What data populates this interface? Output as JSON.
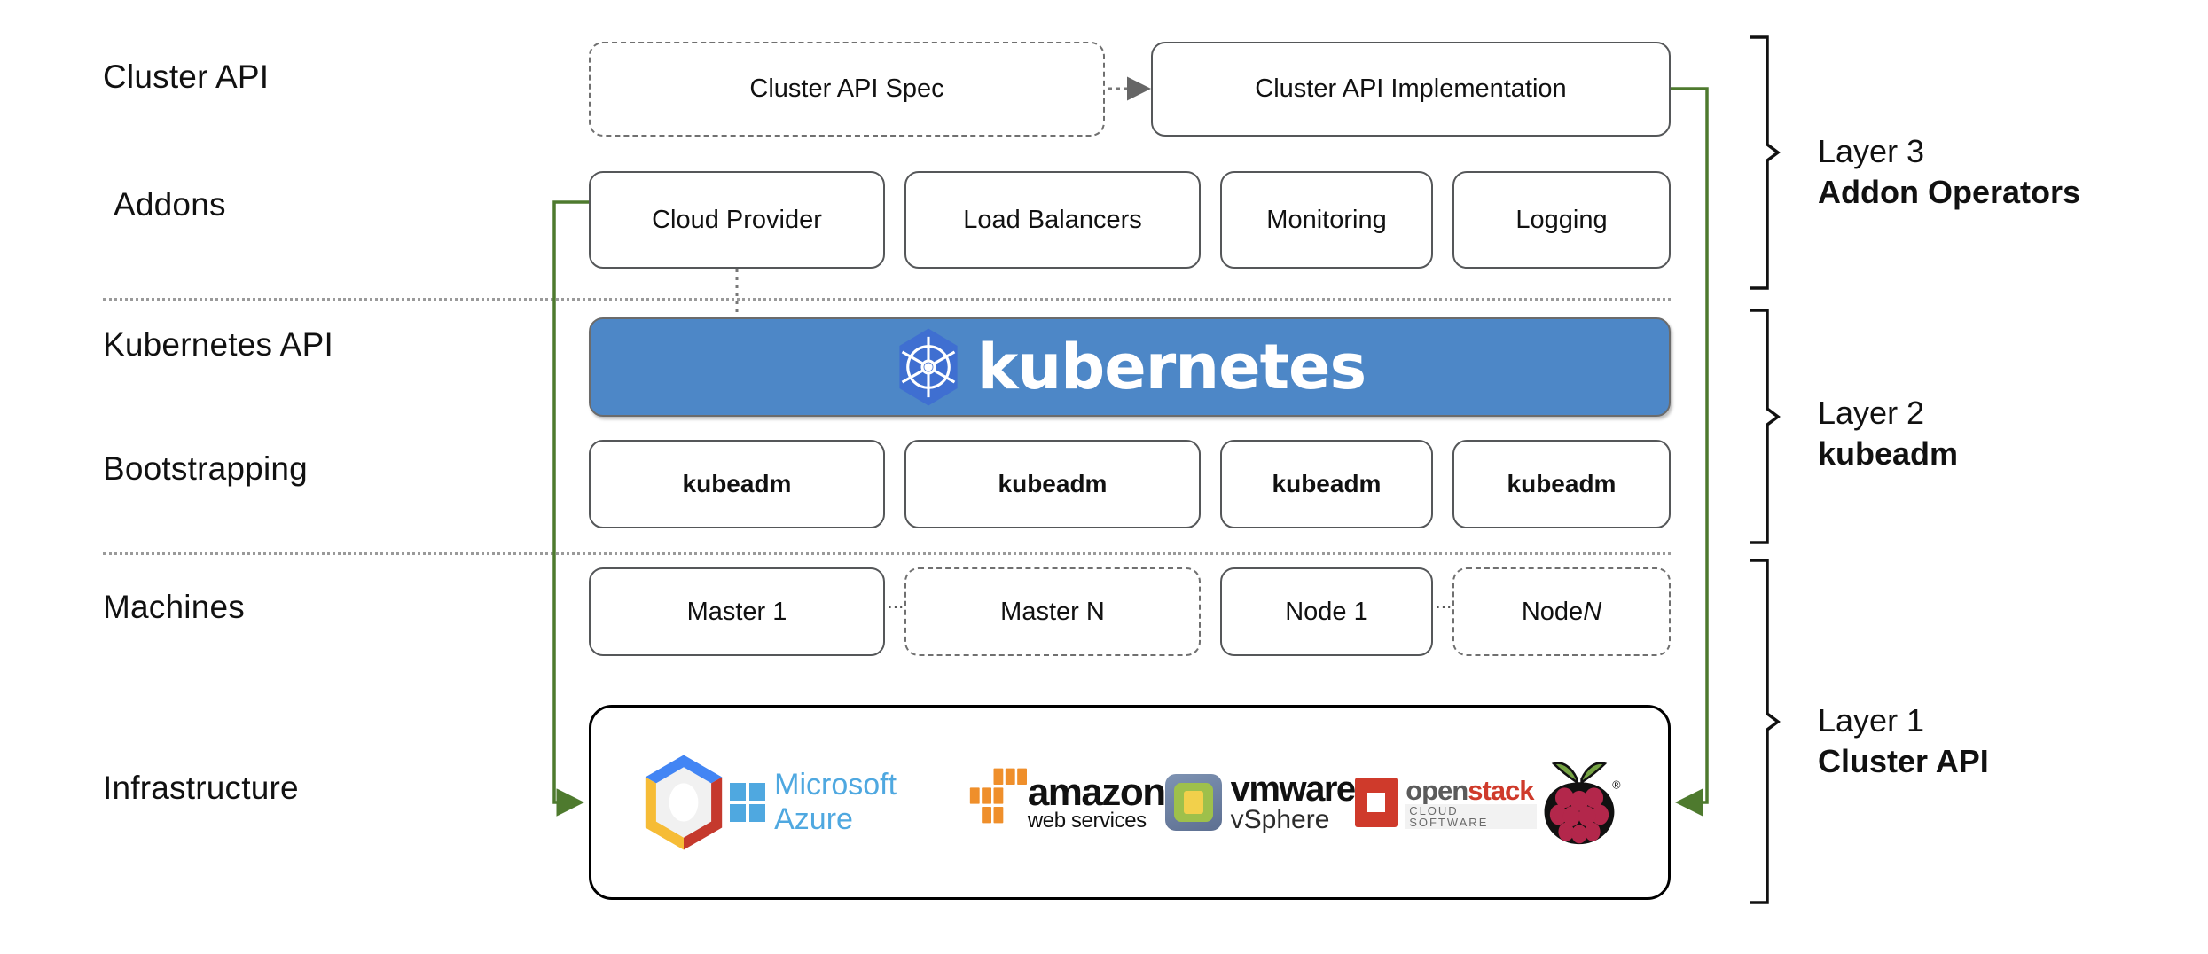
{
  "diagram": {
    "title": "Kubernetes Cluster API layered architecture",
    "accent_green": "#4e7a2e",
    "k8s_blue": "#4d87c7",
    "k8s_logo_blue": "#3f6fd1",
    "border_gray": "#555759",
    "separator_gray": "#9a9a9a"
  },
  "row_labels": [
    {
      "id": "cluster-api",
      "text": "Cluster API"
    },
    {
      "id": "addons",
      "text": "Addons"
    },
    {
      "id": "kubernetes-api",
      "text": "Kubernetes API"
    },
    {
      "id": "bootstrapping",
      "text": "Bootstrapping"
    },
    {
      "id": "machines",
      "text": "Machines"
    },
    {
      "id": "infrastructure",
      "text": "Infrastructure"
    }
  ],
  "cluster_api_row": {
    "spec_box": {
      "label": "Cluster API Spec",
      "style": "dashed"
    },
    "impl_box": {
      "label": "Cluster API Implementation",
      "style": "solid"
    },
    "connector": "dotted-arrow-right"
  },
  "addons_row": [
    {
      "label": "Cloud Provider",
      "style": "solid"
    },
    {
      "label": "Load Balancers",
      "style": "solid"
    },
    {
      "label": "Monitoring",
      "style": "solid"
    },
    {
      "label": "Logging",
      "style": "solid"
    }
  ],
  "kubernetes_banner": {
    "wordmark": "kubernetes",
    "logo_name": "kubernetes-helm-logo"
  },
  "bootstrapping_row": [
    {
      "label": "kubeadm",
      "style": "solid"
    },
    {
      "label": "kubeadm",
      "style": "solid"
    },
    {
      "label": "kubeadm",
      "style": "solid"
    },
    {
      "label": "kubeadm",
      "style": "solid"
    }
  ],
  "machines_row": [
    {
      "label": "Master 1",
      "style": "solid",
      "italic_tail": ""
    },
    {
      "label": "Master N",
      "style": "dashed",
      "italic_tail": ""
    },
    {
      "label": "Node 1",
      "style": "solid",
      "italic_tail": ""
    },
    {
      "label": "Node ",
      "style": "dashed",
      "italic_tail": "N"
    }
  ],
  "machines_ellipses": [
    "...",
    "..."
  ],
  "infrastructure_logos": [
    {
      "name": "google-cloud-platform-logo",
      "text": ""
    },
    {
      "name": "microsoft-azure-logo",
      "text": "Microsoft Azure"
    },
    {
      "name": "amazon-web-services-logo",
      "text_top": "amazon",
      "text_bottom": "web services"
    },
    {
      "name": "vmware-vsphere-logo",
      "text_top": "vmware",
      "text_bottom": "vSphere"
    },
    {
      "name": "openstack-logo",
      "text_top": "openstack",
      "text_bottom": "CLOUD SOFTWARE"
    },
    {
      "name": "raspberry-pi-logo",
      "text": ""
    }
  ],
  "layer_captions": [
    {
      "id": "layer-3",
      "line1": "Layer 3",
      "line2": "Addon Operators"
    },
    {
      "id": "layer-2",
      "line1": "Layer 2",
      "line2": "kubeadm"
    },
    {
      "id": "layer-1",
      "line1": "Layer 1",
      "line2": "Cluster API"
    }
  ]
}
